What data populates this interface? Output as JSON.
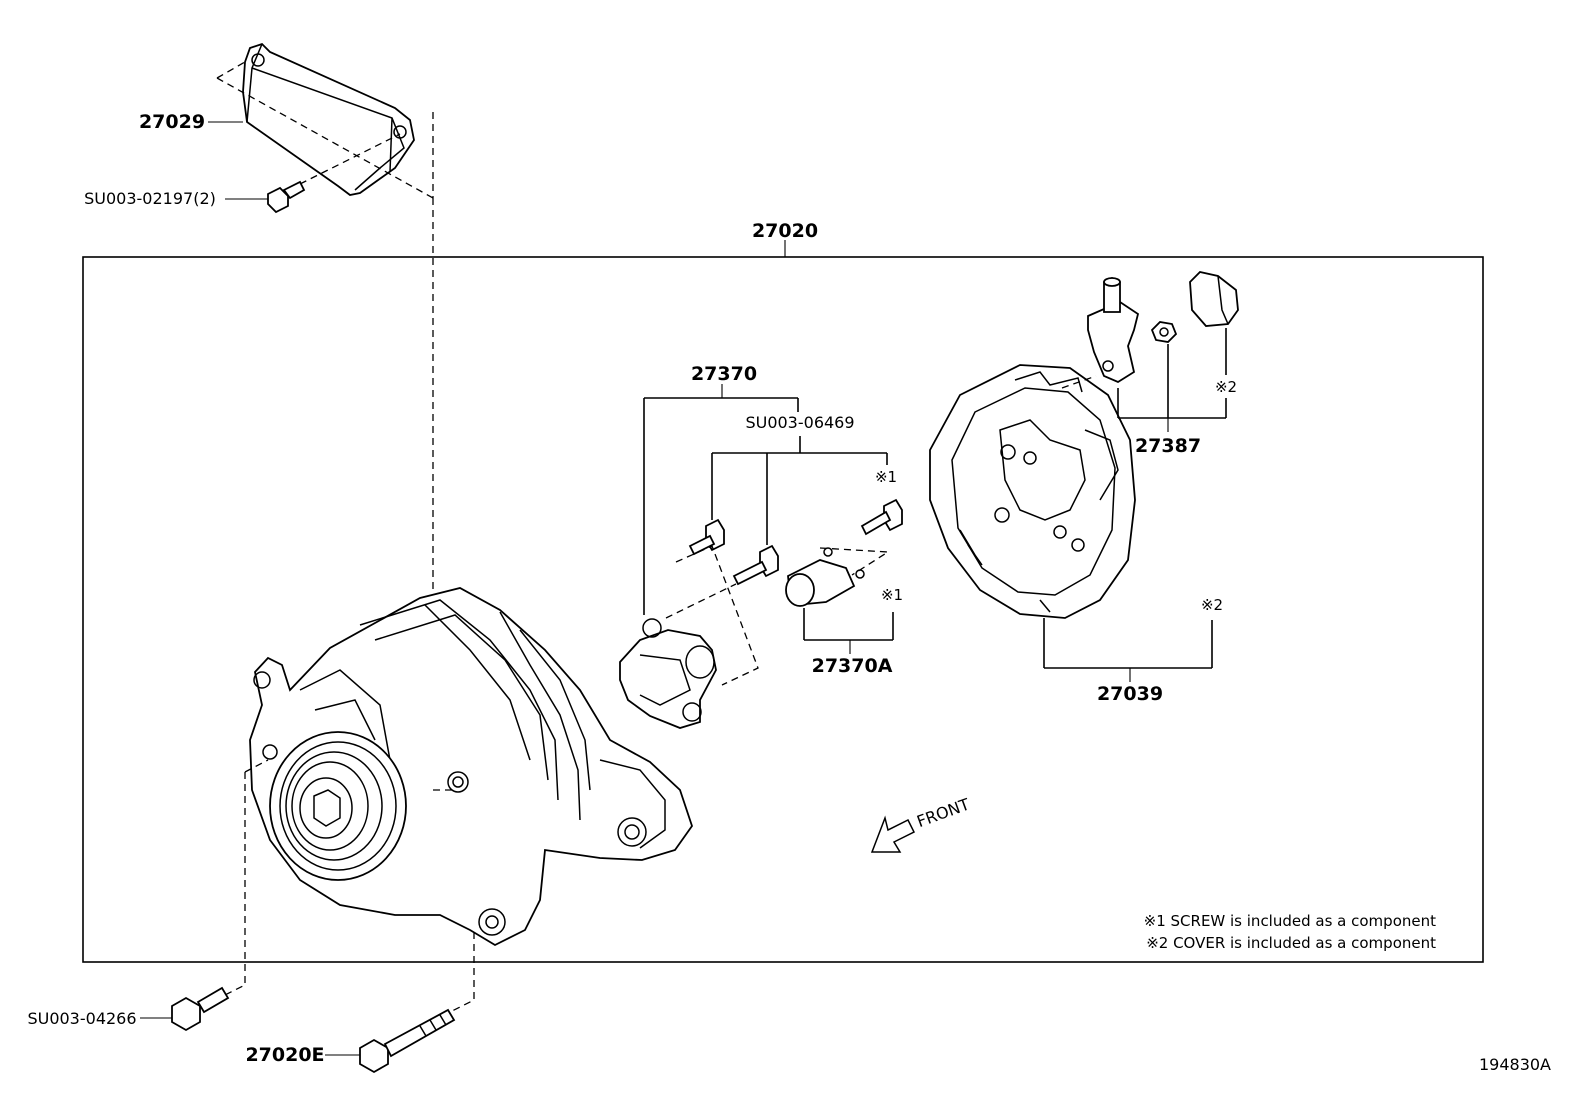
{
  "parts": {
    "bracket_cover": "27029",
    "bracket_bolt": "SU003-02197(2)",
    "alternator_assy": "27020",
    "regulator_assy": "27370",
    "regulator_screw": "SU003-06469",
    "brush_holder": "27370A",
    "terminal_insulator": "27387",
    "rear_end_cover": "27039",
    "mount_bolt": "SU003-04266",
    "through_bolt": "27020E"
  },
  "marks": {
    "screw_mark": "※1",
    "cover_mark": "※2"
  },
  "direction": "FRONT",
  "notes": [
    "※1 SCREW is included as a component",
    "※2 COVER is included as a component"
  ],
  "diagram_id": "194830A"
}
